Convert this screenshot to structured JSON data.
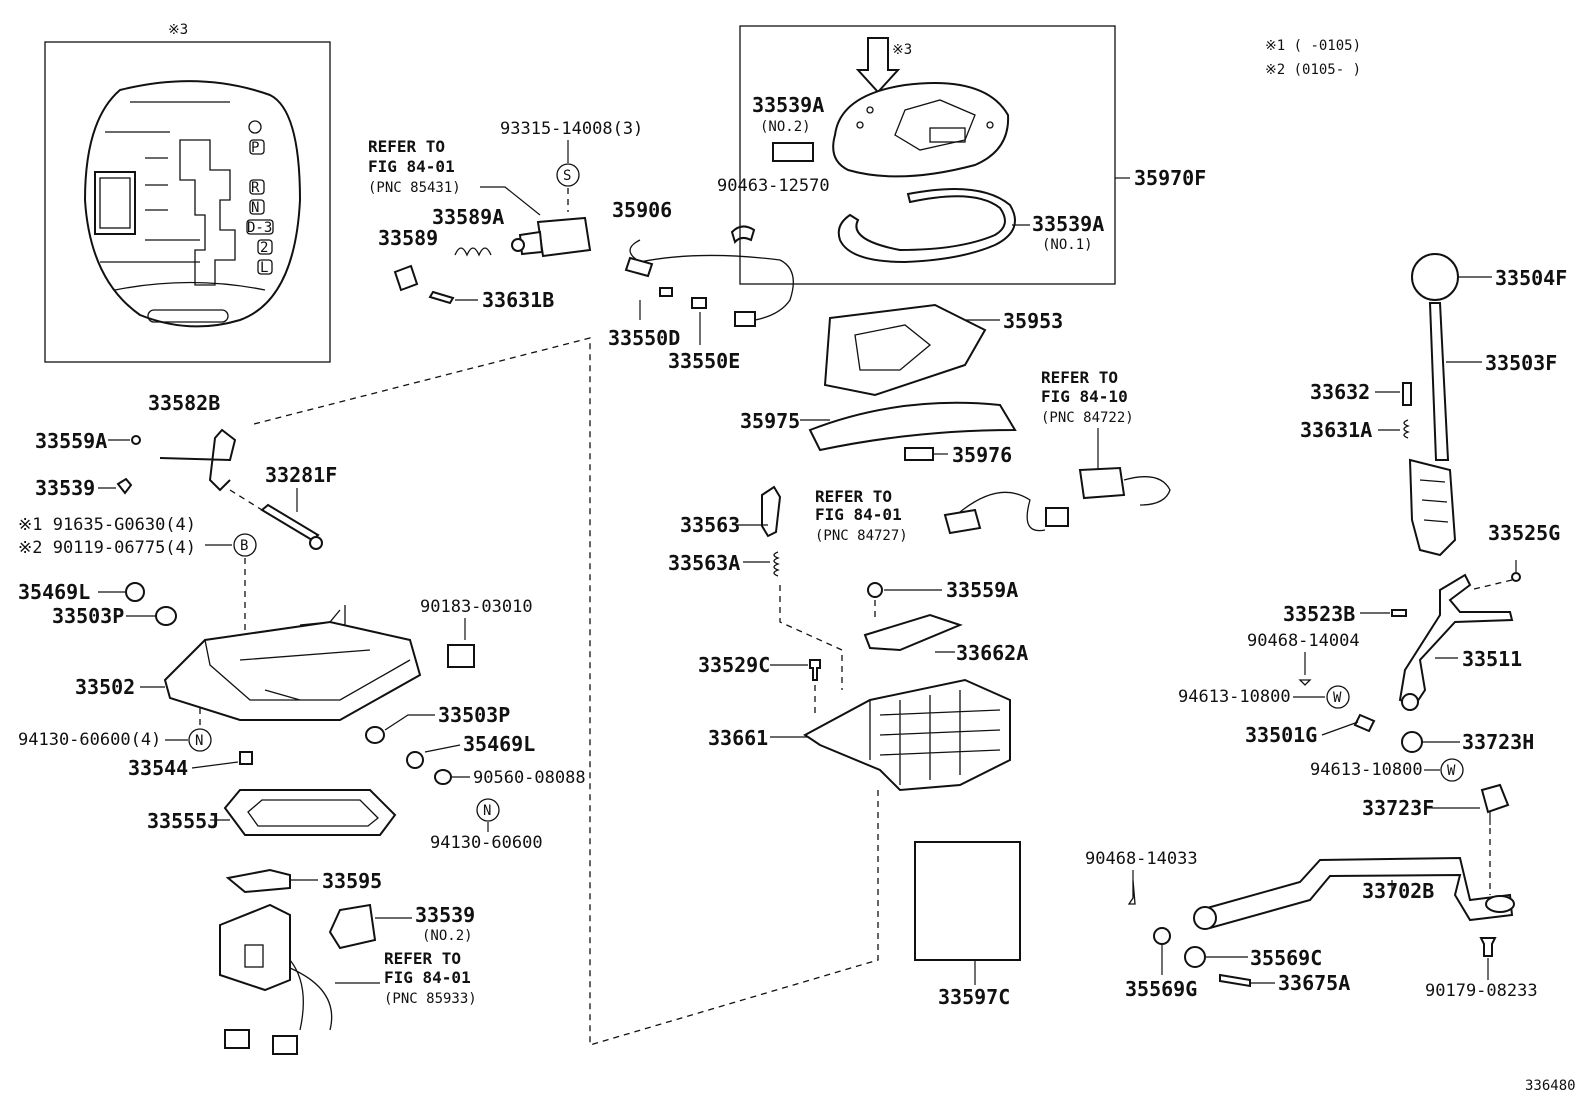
{
  "notes": {
    "n1": "※1 (    -0105)",
    "n2": "※2 (0105-    )"
  },
  "diagram_id": "336480",
  "inset": {
    "marker": "※3",
    "gate_letters": [
      "P",
      "R",
      "N",
      "D-3",
      "2",
      "L"
    ]
  },
  "parts": {
    "p35970F": "35970F",
    "p33539A_top": "33539A",
    "p33539A_top_note": "(NO.2)",
    "p33539A_no1": "33539A",
    "p33539A_no1_note": "(NO.1)",
    "arrow_marker": "※3",
    "p93315": "93315-14008(3)",
    "p33589A": "33589A",
    "p33589": "33589",
    "p33631B": "33631B",
    "p35906": "35906",
    "p90463": "90463-12570",
    "p33550D": "33550D",
    "p33550E": "33550E",
    "p35953": "35953",
    "p35975": "35975",
    "p35976": "35976",
    "p33504F": "33504F",
    "p33503F": "33503F",
    "p33632": "33632",
    "p33631A": "33631A",
    "p33525G": "33525G",
    "p33523B": "33523B",
    "p90468_14004": "90468-14004",
    "p33511": "33511",
    "p94613_a": "94613-10800",
    "p33501G": "33501G",
    "p33723H": "33723H",
    "p94613_b": "94613-10800",
    "p33723F": "33723F",
    "p90468_14033": "90468-14033",
    "p33702B": "33702B",
    "p35569C": "35569C",
    "p35569G": "35569G",
    "p33675A": "33675A",
    "p90179": "90179-08233",
    "p33563": "33563",
    "p33563A": "33563A",
    "p33559A_r": "33559A",
    "p33662A": "33662A",
    "p33529C": "33529C",
    "p33661": "33661",
    "p33597C": "33597C",
    "p33582B": "33582B",
    "p33559A_l": "33559A",
    "p33539_l": "33539",
    "p33281F": "33281F",
    "p91635": "※1 91635-G0630(4)",
    "p90119": "※2 90119-06775(4)",
    "p35469L_a": "35469L",
    "p33503P_a": "33503P",
    "p90183": "90183-03010",
    "p33502": "33502",
    "p94130_4": "94130-60600(4)",
    "p33503P_b": "33503P",
    "p35469L_b": "35469L",
    "p33544": "33544",
    "p90560": "90560-08088",
    "p33555J": "33555J",
    "p94130": "94130-60600",
    "p33595": "33595",
    "p33539_b": "33539",
    "p33539_b_note": "(NO.2)"
  },
  "circle_marks": {
    "S": "S",
    "B": "B",
    "N1": "N",
    "N2": "N",
    "W1": "W",
    "W2": "W"
  },
  "refs": {
    "r1": [
      "REFER TO",
      "FIG 84-01",
      "(PNC 85431)"
    ],
    "r2": [
      "REFER TO",
      "FIG 84-10",
      "(PNC 84722)"
    ],
    "r3": [
      "REFER TO",
      "FIG 84-01",
      "(PNC 84727)"
    ],
    "r4": [
      "REFER TO",
      "FIG 84-01",
      "(PNC 85933)"
    ]
  }
}
